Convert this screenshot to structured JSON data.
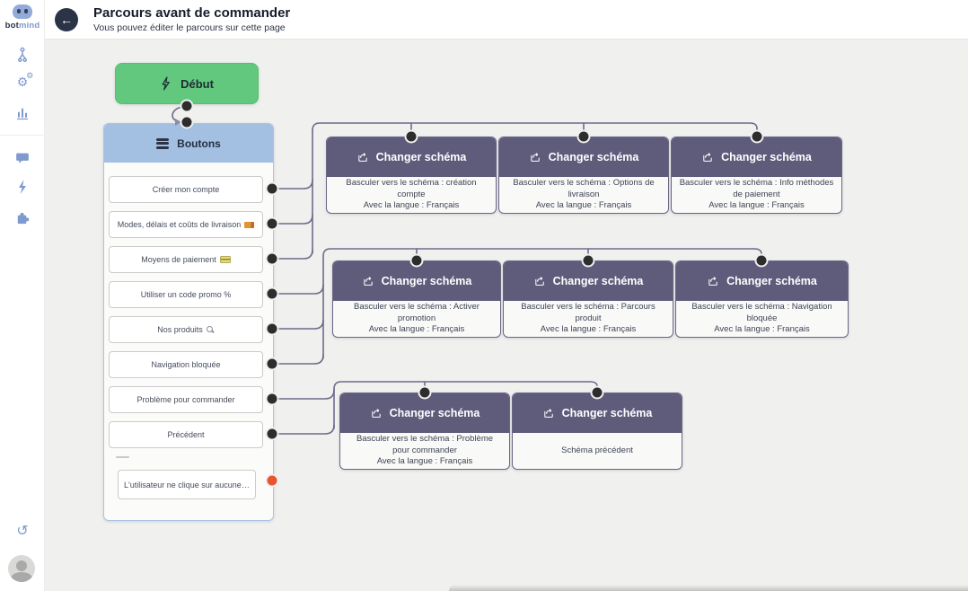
{
  "logo": {
    "bot": "bot",
    "mind": "mind"
  },
  "header": {
    "title": "Parcours avant de commander",
    "subtitle": "Vous pouvez éditer le parcours sur cette page",
    "back_glyph": "←"
  },
  "sidebar": {
    "icons": [
      "journeys-icon",
      "settings-icon",
      "analytics-icon",
      "conversations-icon",
      "actions-icon",
      "integrations-icon",
      "history-icon",
      "avatar"
    ],
    "history_glyph": "↺",
    "gear_glyph": "⚙"
  },
  "colors": {
    "start_green": "#62c87d",
    "boutons_blue": "#a3bfe2",
    "schema_purple": "#5e5b7b",
    "edge": "#6e6b8a",
    "port_dark": "#2d2d2d",
    "port_orange": "#e8542f",
    "canvas_bg": "#f0f0ee",
    "sidebar_icon_blue": "#7e9ace"
  },
  "flow": {
    "start": {
      "label": "Début"
    },
    "boutons": {
      "title": "Boutons",
      "items": [
        {
          "label": "Créer mon compte"
        },
        {
          "label": "Modes, délais et coûts de livraison",
          "icon": "truck-icon"
        },
        {
          "label": "Moyens de paiement",
          "icon": "credit-card-icon"
        },
        {
          "label": "Utiliser un code promo %"
        },
        {
          "label": "Nos produits",
          "icon": "magnifier-icon"
        },
        {
          "label": "Navigation bloquée"
        },
        {
          "label": "Problème pour commander"
        },
        {
          "label": "Précédent"
        }
      ],
      "fallback": {
        "label": "L'utilisateur ne clique sur aucune des ..."
      }
    },
    "groups": [
      {
        "nodes": [
          {
            "title": "Changer schéma",
            "line1": "Basculer vers le schéma : création compte",
            "line2": "Avec la langue : Français"
          },
          {
            "title": "Changer schéma",
            "line1": "Basculer vers le schéma : Options de livraison",
            "line2": "Avec la langue : Français"
          },
          {
            "title": "Changer schéma",
            "line1": "Basculer vers le schéma : Info méthodes de paiement",
            "line2": "Avec la langue : Français"
          }
        ]
      },
      {
        "nodes": [
          {
            "title": "Changer schéma",
            "line1": "Basculer vers le schéma : Activer promotion",
            "line2": "Avec la langue : Français"
          },
          {
            "title": "Changer schéma",
            "line1": "Basculer vers le schéma : Parcours produit",
            "line2": "Avec la langue : Français"
          },
          {
            "title": "Changer schéma",
            "line1": "Basculer vers le schéma : Navigation bloquée",
            "line2": "Avec la langue : Français"
          }
        ]
      },
      {
        "nodes": [
          {
            "title": "Changer schéma",
            "line1": "Basculer vers le schéma : Problème pour commander",
            "line2": "Avec la langue : Français"
          },
          {
            "title": "Changer schéma",
            "line1": "Schéma précédent",
            "line2": ""
          }
        ]
      }
    ]
  }
}
